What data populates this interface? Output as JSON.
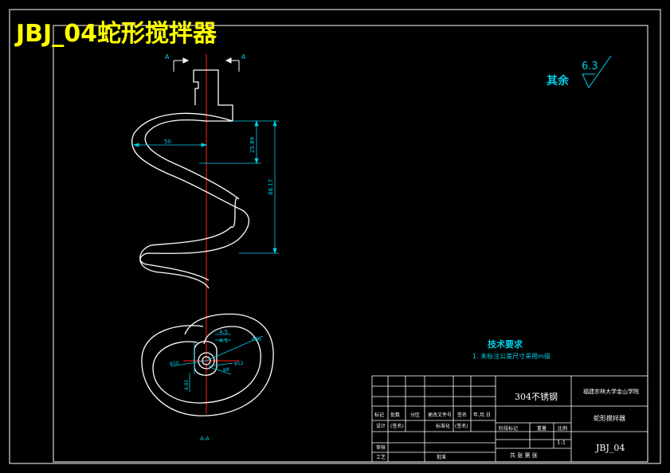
{
  "title": "JBJ_04蛇形搅拌器",
  "colors": {
    "background": "#000000",
    "title": "#ffff00",
    "outline": "#ffffff",
    "dimension": "#00cfe8",
    "centerline": "#ff2020",
    "text": "#ffffff"
  },
  "section_marks": {
    "left": "A",
    "right": "A"
  },
  "surface_roughness": {
    "label": "其余",
    "value": "6.3"
  },
  "dimensions": {
    "left_width": "50",
    "upper_height": "25.89",
    "total_height": "88.17",
    "d1": "4.5",
    "d2": "4.5",
    "dia10": "φ10",
    "dia12": "φ12",
    "dia8": "φ8",
    "r": "R56",
    "small": "4.85"
  },
  "section_label": "A-A",
  "tech_requirements": {
    "heading": "技术要求",
    "item1": "1. 未标注公差尺寸采用m级"
  },
  "title_block": {
    "material": "304不锈钢",
    "school": "福建农林大学金山学院",
    "part_name": "蛇形搅拌器",
    "drawing_no": "JBJ_04",
    "scale": "1:1",
    "rev_headers": [
      "标记",
      "处数",
      "分区",
      "更改文件号",
      "签名",
      "年.月.日"
    ],
    "row_design": [
      "设计",
      "(签名)",
      "标准化",
      "(签名)"
    ],
    "stage_label": "阶段标记",
    "weight_label": "重量",
    "scale_label": "比例",
    "audit": "审核",
    "process": "工艺",
    "approve": "批准",
    "sheets": "共 张 第 张"
  }
}
